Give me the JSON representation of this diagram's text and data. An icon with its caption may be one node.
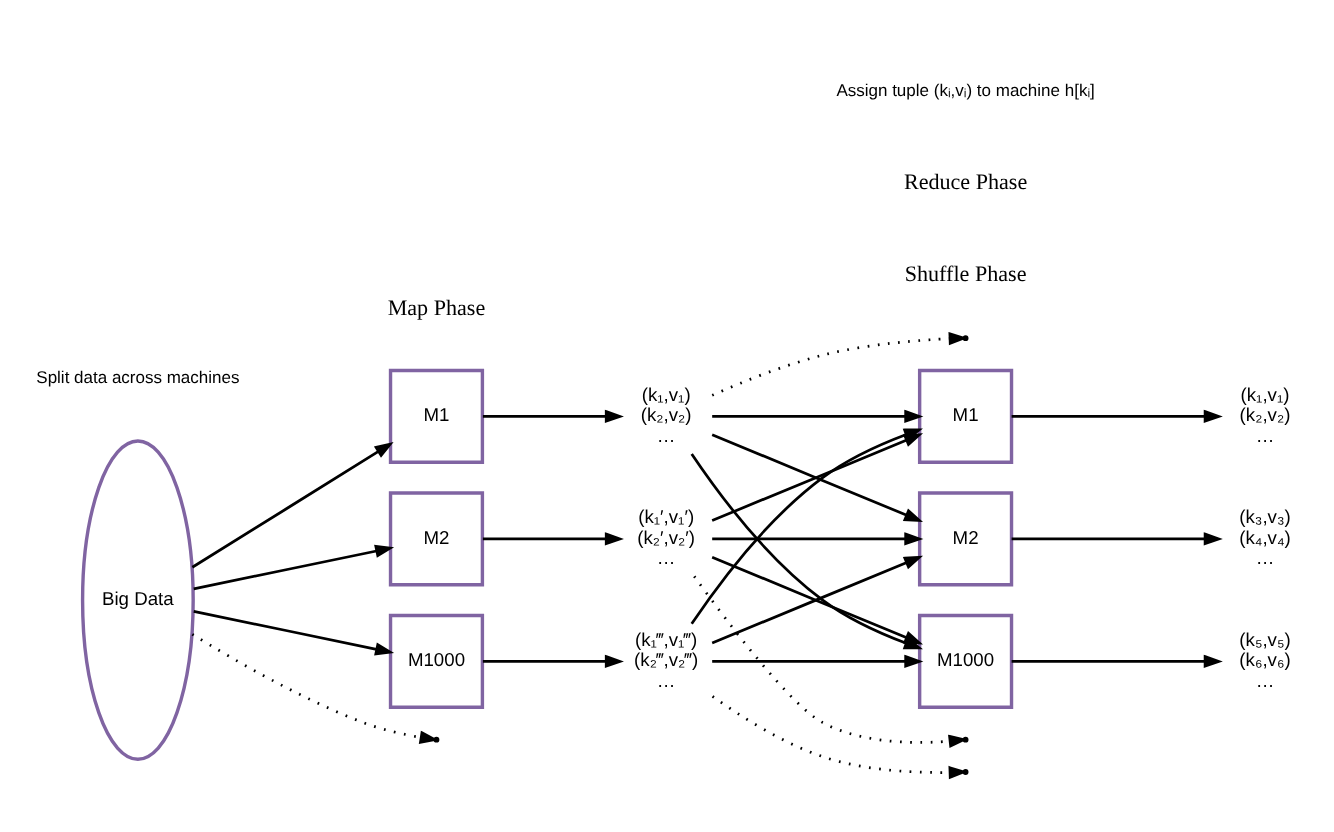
{
  "diagram": {
    "nodes": [
      {
        "text": [
          "Big Data"
        ]
      },
      {
        "text": [
          "M1"
        ]
      },
      {
        "text": [
          "M2"
        ]
      },
      {
        "text": [
          "M1000"
        ]
      },
      {
        "text": [
          "(k₁,v₁)",
          "(k₂,v₂)",
          "…"
        ]
      },
      {
        "text": [
          "(k₁′,v₁′)",
          "(k₂′,v₂′)",
          "…"
        ]
      },
      {
        "text": [
          "(k₁‴,v₁‴)",
          "(k₂‴,v₂‴)",
          "…"
        ]
      },
      {
        "text": [
          "M1"
        ]
      },
      {
        "text": [
          "M2"
        ]
      },
      {
        "text": [
          "M1000"
        ]
      },
      {
        "text": [
          "(k₁,v₁)",
          "(k₂,v₂)",
          "…"
        ]
      },
      {
        "text": [
          "(k₃,v₃)",
          "(k₄,v₄)",
          "…"
        ]
      },
      {
        "text": [
          "(k₅,v₅)",
          "(k₆,v₆)",
          "…"
        ]
      }
    ],
    "edges": [
      {
        "from": 0,
        "to": 1,
        "arrow": "to"
      },
      {
        "from": 0,
        "to": 2,
        "arrow": "to"
      },
      {
        "from": 0,
        "to": null,
        "arrow": "to",
        "style": "dashed"
      },
      {
        "from": 0,
        "to": 3,
        "arrow": "to"
      },
      {
        "from": 1,
        "to": 4,
        "arrow": "to"
      },
      {
        "from": 2,
        "to": 5,
        "arrow": "to"
      },
      {
        "from": 3,
        "to": 6,
        "arrow": "to"
      },
      {
        "from": 4,
        "to": 7,
        "arrow": "to"
      },
      {
        "from": 4,
        "to": 8,
        "arrow": "to"
      },
      {
        "from": 4,
        "to": 9,
        "arrow": "to"
      },
      {
        "from": 4,
        "to": null,
        "arrow": "to",
        "style": "dashed"
      },
      {
        "from": 5,
        "to": 7,
        "arrow": "to"
      },
      {
        "from": 5,
        "to": 8,
        "arrow": "to"
      },
      {
        "from": 5,
        "to": 9,
        "arrow": "to"
      },
      {
        "from": 5,
        "to": null,
        "arrow": "to",
        "style": "dashed"
      },
      {
        "from": 6,
        "to": 7,
        "arrow": "to"
      },
      {
        "from": 6,
        "to": 8,
        "arrow": "to"
      },
      {
        "from": 6,
        "to": 9,
        "arrow": "to"
      },
      {
        "from": 6,
        "to": null,
        "arrow": "to",
        "style": "dashed"
      },
      {
        "from": 7,
        "to": 10,
        "arrow": "to"
      },
      {
        "from": 8,
        "to": 11,
        "arrow": "to"
      },
      {
        "from": 9,
        "to": 12,
        "arrow": "to"
      }
    ],
    "labels": [
      "Map Phase",
      "Shuffle Phase",
      "Reduce Phase",
      "Split data across machines",
      "Assign tuple (kᵢ,vᵢ) to machine h[kᵢ]"
    ]
  }
}
